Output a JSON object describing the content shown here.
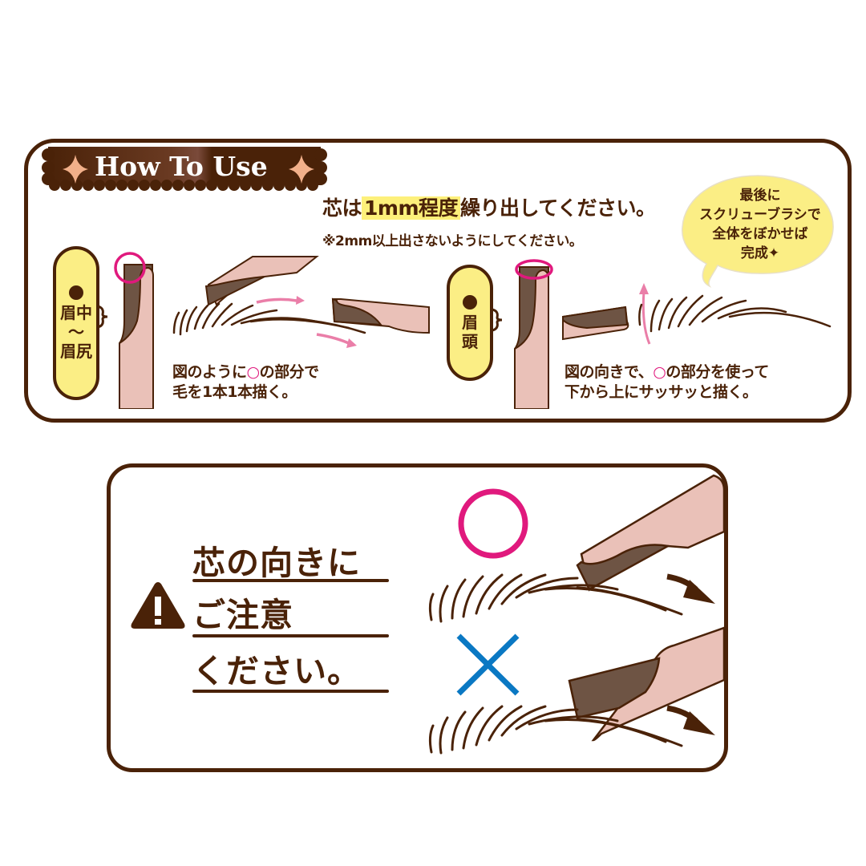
{
  "howto": {
    "title": "How To Use",
    "instruction": {
      "prefix": "芯は",
      "highlight": "1mm程度",
      "suffix": "繰り出してください。",
      "note": "※2mm以上出さないようにしてください。"
    },
    "bubble": {
      "lines": [
        "最後に",
        "スクリューブラシで",
        "全体をぼかせば",
        "完成✦"
      ]
    },
    "steps": [
      {
        "area_label": [
          "眉中",
          "〜",
          "眉尻"
        ],
        "text_line1_pre": "図のように",
        "text_circle": "○",
        "text_line1_post": "の部分で",
        "text_line2": "毛を1本1本描く。"
      },
      {
        "area_label": [
          "眉",
          "頭"
        ],
        "text_line1_pre": "図の向きで、",
        "text_circle": "○",
        "text_line1_post": "の部分を使って",
        "text_line2": "下から上にサッサッと描く。"
      }
    ]
  },
  "caution": {
    "lines": [
      "芯の向きに",
      "ご注意",
      "ください。"
    ],
    "good_mark": "○",
    "bad_mark": "×"
  },
  "colors": {
    "brown": "#4a2208",
    "lead": "#6e5444",
    "pencil_pink": "#eac1b8",
    "yellow": "#fbee85",
    "magenta": "#e0197d",
    "blue": "#0a78c3",
    "arrow_pink": "#ea7ea8"
  }
}
